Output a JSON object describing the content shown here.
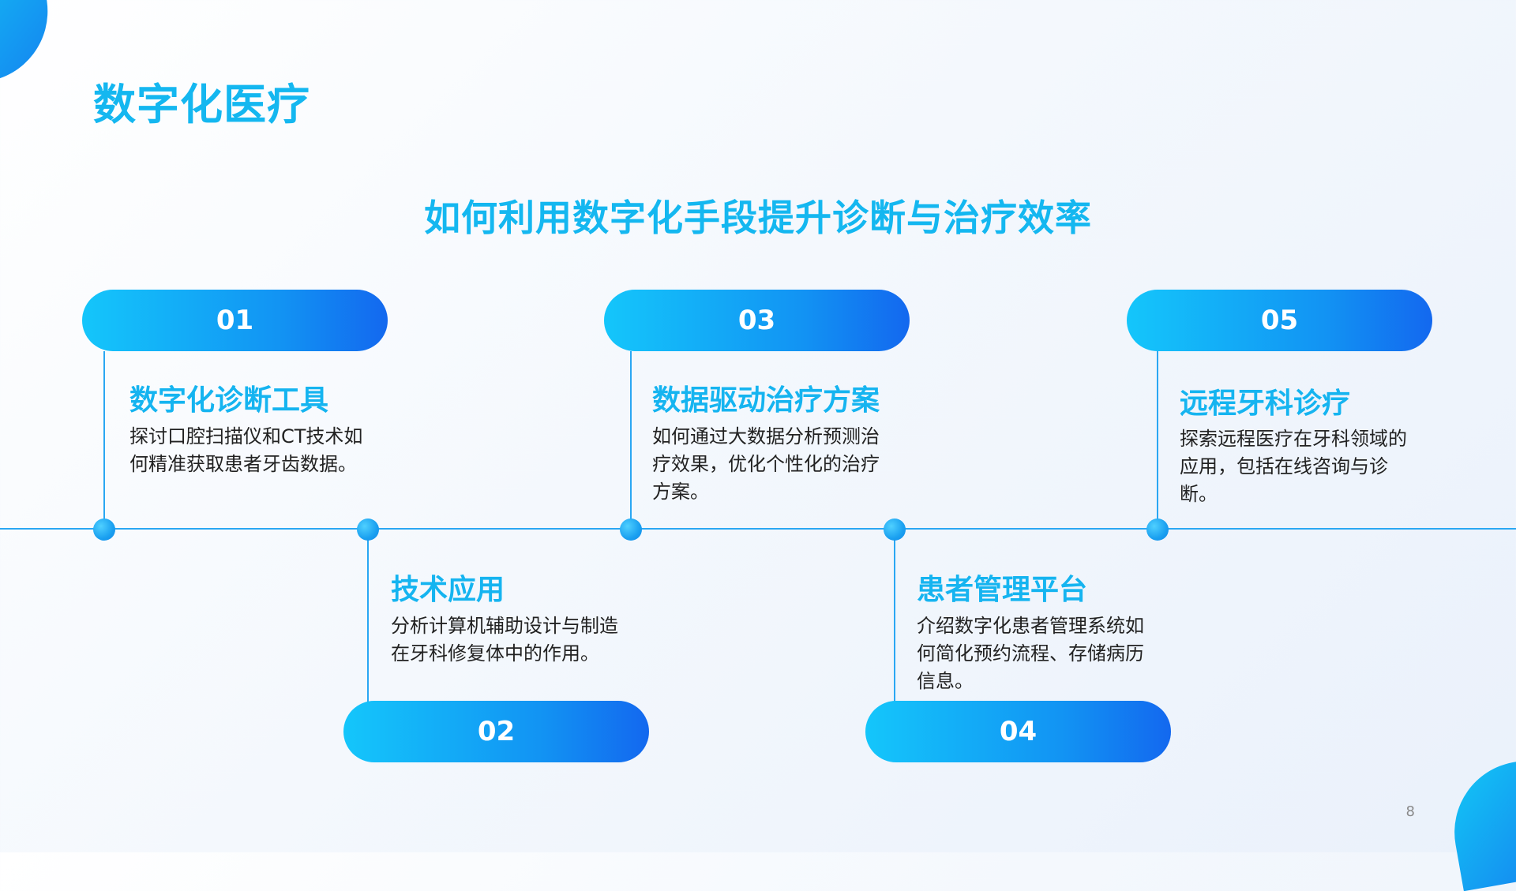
{
  "header": {
    "title": "数字化医疗"
  },
  "main": {
    "subtitle": "如何利用数字化手段提升诊断与治疗效率",
    "steps": [
      {
        "number": "01",
        "title": "数字化诊断工具",
        "description": "探讨口腔扫描仪和CT技术如何精准获取患者牙齿数据。"
      },
      {
        "number": "02",
        "title": "技术应用",
        "description": "分析计算机辅助设计与制造在牙科修复体中的作用。"
      },
      {
        "number": "03",
        "title": "数据驱动治疗方案",
        "description": "如何通过大数据分析预测治疗效果，优化个性化的治疗方案。"
      },
      {
        "number": "04",
        "title": "患者管理平台",
        "description": "介绍数字化患者管理系统如何简化预约流程、存储病历信息。"
      },
      {
        "number": "05",
        "title": "远程牙科诊疗",
        "description": "探索远程医疗在牙科领域的应用，包括在线咨询与诊断。"
      }
    ]
  },
  "footer": {
    "page_number": "8"
  },
  "colors": {
    "accent": "#14b7f0",
    "pill_start": "#14c6fb",
    "pill_end": "#1368ef",
    "timeline": "#2aa7f3"
  }
}
